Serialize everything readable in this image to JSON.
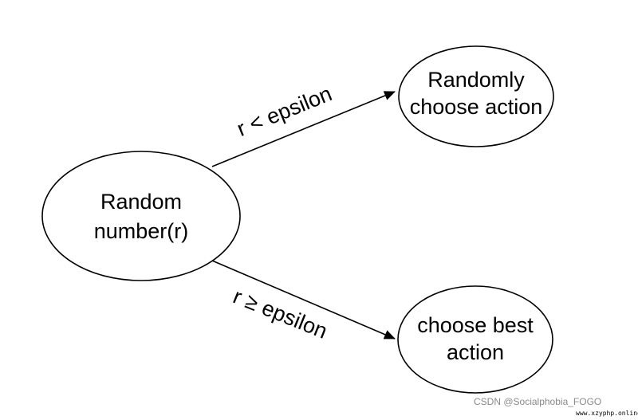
{
  "nodes": {
    "random_number": {
      "line1": "Random",
      "line2": "number(r)"
    },
    "randomly_choose": {
      "line1": "Randomly",
      "line2": "choose action"
    },
    "choose_best": {
      "line1": "choose best",
      "line2": "action"
    }
  },
  "edges": {
    "explore": {
      "label": "r < epsilon"
    },
    "exploit": {
      "label": "r ≥ epsilon"
    }
  },
  "watermark": {
    "text": "CSDN @Socialphobia_FOGO",
    "site": "www.xzyphp.online"
  }
}
